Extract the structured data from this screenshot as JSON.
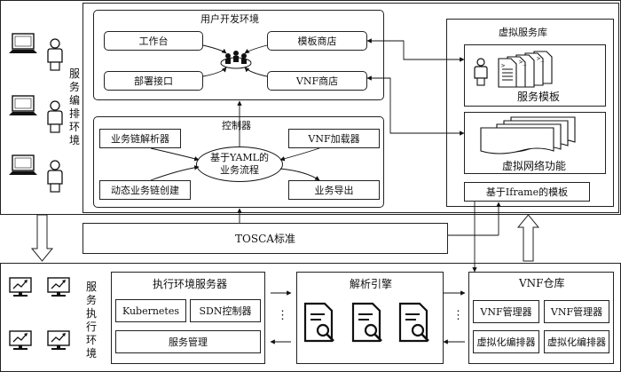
{
  "orchestration": {
    "side_label": "服务编排环境",
    "dev_env": {
      "title": "用户开发环境",
      "workbench": "工作台",
      "template_store": "模板商店",
      "deploy_api": "部署接口",
      "vnf_store": "VNF商店"
    },
    "controller": {
      "title": "控制器",
      "chain_parser": "业务链解析器",
      "vnf_loader": "VNF加载器",
      "yaml_flow": "基于YAML的\n业务流程",
      "dynamic_chain": "动态业务链创建",
      "service_export": "业务导出"
    },
    "virtual_lib": {
      "title": "虚拟服务库",
      "service_template": "服务模板",
      "vnf_function": "虚拟网络功能",
      "iframe_template": "基于Iframe的模板"
    }
  },
  "tosca": "TOSCA标准",
  "execution": {
    "side_label": "服务执行环境",
    "exec_server": {
      "title": "执行环境服务器",
      "kubernetes": "Kubernetes",
      "sdn": "SDN控制器",
      "service_mgmt": "服务管理"
    },
    "parse_engine": {
      "title": "解析引擎"
    },
    "vnf_repo": {
      "title": "VNF仓库",
      "vnf_manager_1": "VNF管理器",
      "vnf_manager_2": "VNF管理器",
      "virt_orch_1": "虚拟化编排器",
      "virt_orch_2": "虚拟化编排器"
    }
  },
  "ellipsis": "⋮"
}
